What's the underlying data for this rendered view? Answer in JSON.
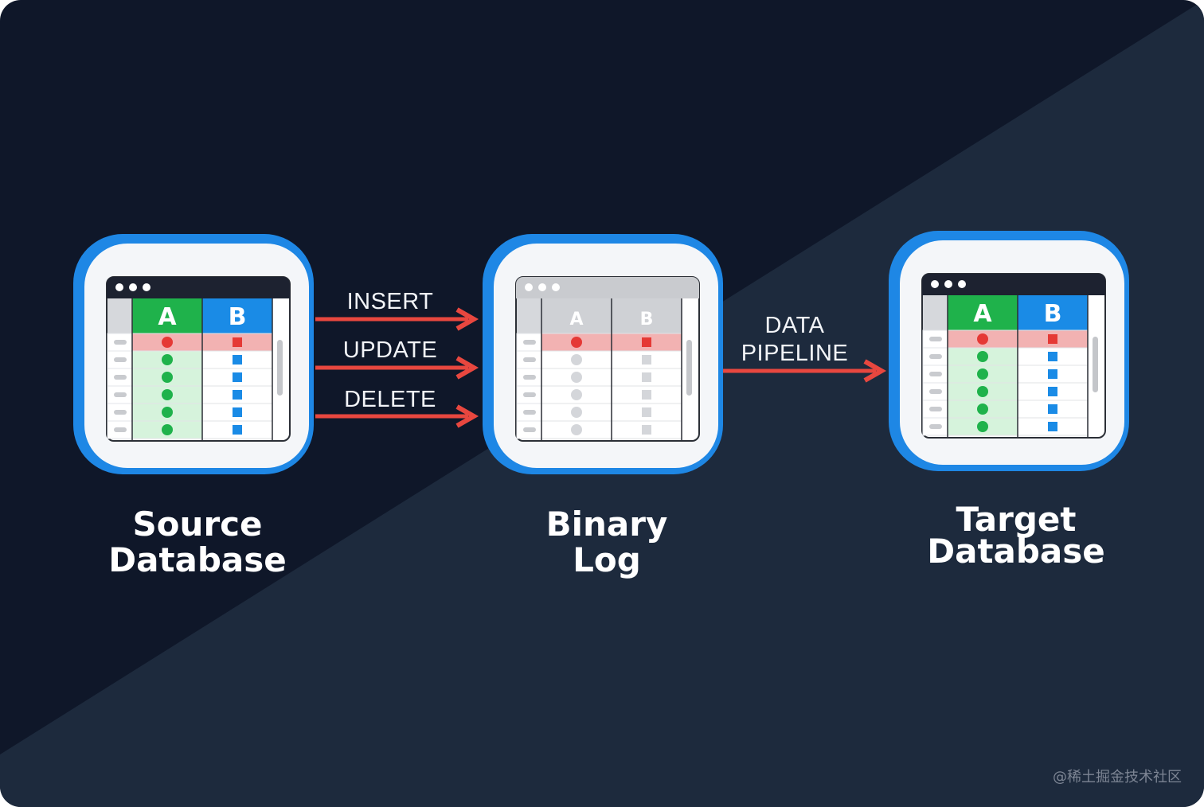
{
  "colors": {
    "background_dark": "#0f1729",
    "background_light": "#1d2a3d",
    "card_border": "#1e87e5",
    "card_face": "#f4f6f9",
    "edge_arrow": "#e8473f",
    "col_a_header": "#1fb24b",
    "col_b_header": "#1a8be6",
    "row_changed": "#f2b2b2",
    "col_a_cell": "#d6f3dc",
    "dot_red": "#e53935",
    "dot_green": "#1fb24b",
    "dot_blue": "#1a8be6",
    "dot_gray": "#d4d6da"
  },
  "nodes": {
    "source": {
      "title_line1": "Source",
      "title_line2": "Database",
      "col_a": "A",
      "col_b": "B"
    },
    "binlog": {
      "title_line1": "Binary",
      "title_line2": "Log",
      "col_a": "A",
      "col_b": "B"
    },
    "target": {
      "title_line1": "Target",
      "title_line2": "Database",
      "col_a": "A",
      "col_b": "B"
    }
  },
  "edges": {
    "insert": "INSERT",
    "update": "UPDATE",
    "delete": "DELETE",
    "pipeline_line1": "DATA",
    "pipeline_line2": "PIPELINE"
  },
  "watermark": "@稀土掘金技术社区"
}
